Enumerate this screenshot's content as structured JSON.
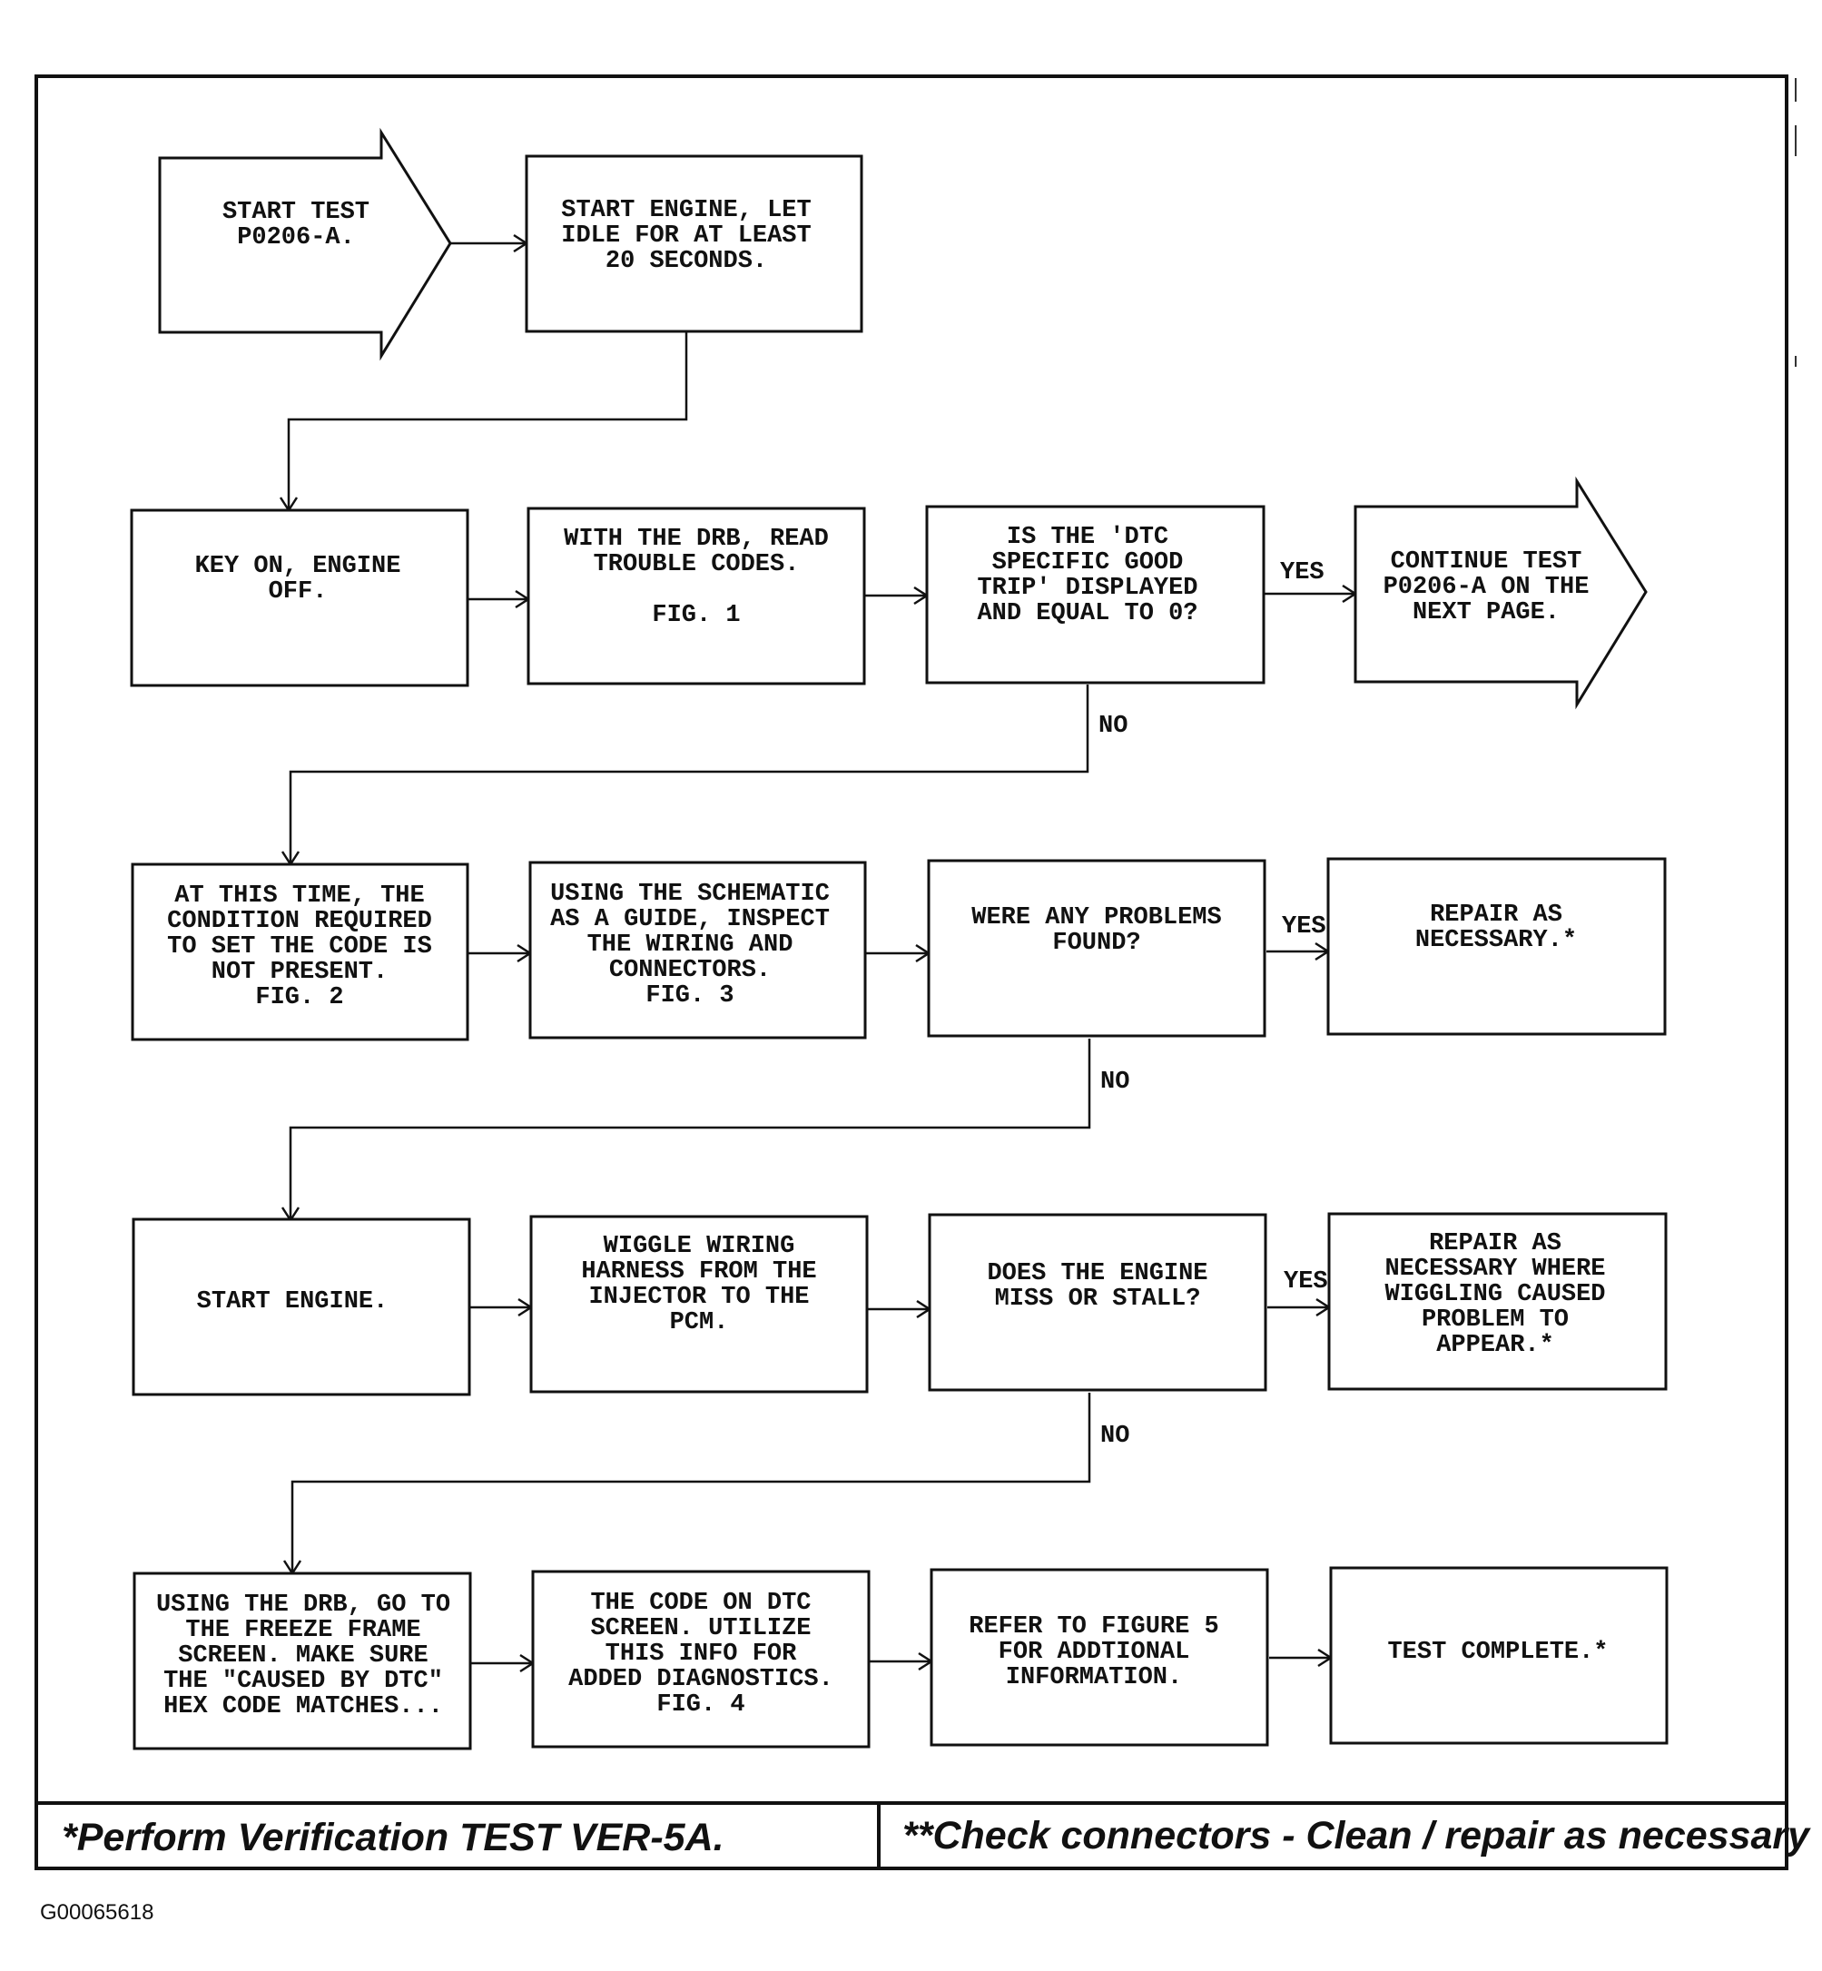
{
  "flowchart": {
    "start": "START TEST\nP0206-A.",
    "step_start_engine_idle": "START ENGINE, LET\nIDLE FOR AT LEAST\n20 SECONDS.",
    "step_key_on": "KEY ON, ENGINE\nOFF.",
    "step_read_codes": "WITH THE DRB, READ\nTROUBLE CODES.\n\nFIG. 1",
    "decision_good_trip": "IS THE 'DTC\nSPECIFIC GOOD\nTRIP' DISPLAYED\nAND EQUAL TO 0?",
    "continue": "CONTINUE TEST\nP0206-A ON THE\nNEXT PAGE.",
    "step_condition": "AT THIS TIME, THE\nCONDITION REQUIRED\nTO SET THE CODE IS\nNOT PRESENT.\nFIG. 2",
    "step_schematic": "USING THE SCHEMATIC\nAS A GUIDE, INSPECT\nTHE WIRING AND\nCONNECTORS.\nFIG. 3",
    "decision_problems": "WERE ANY PROBLEMS\nFOUND?",
    "repair_1": "REPAIR AS\nNECESSARY.*",
    "step_start_engine": "START ENGINE.",
    "step_wiggle": "WIGGLE WIRING\nHARNESS FROM THE\nINJECTOR TO THE\nPCM.",
    "decision_miss": "DOES THE ENGINE\nMISS OR STALL?",
    "repair_2": "REPAIR AS\nNECESSARY WHERE\nWIGGLING CAUSED\nPROBLEM TO\nAPPEAR.*",
    "step_freeze_frame": "USING THE DRB, GO TO\nTHE FREEZE FRAME\nSCREEN. MAKE SURE\nTHE \"CAUSED BY DTC\"\nHEX CODE MATCHES...",
    "step_code_on_dtc": "THE CODE ON DTC\nSCREEN. UTILIZE\nTHIS INFO FOR\nADDED DIAGNOSTICS.\nFIG. 4",
    "step_refer": "REFER TO FIGURE 5\nFOR ADDTIONAL\nINFORMATION.",
    "test_complete": "TEST COMPLETE.*"
  },
  "labels": {
    "yes": "YES",
    "no": "NO"
  },
  "footer": {
    "note_left": "*Perform Verification TEST VER-5A.",
    "note_right": "**Check connectors - Clean / repair as necessary"
  },
  "image_id": "G00065618"
}
